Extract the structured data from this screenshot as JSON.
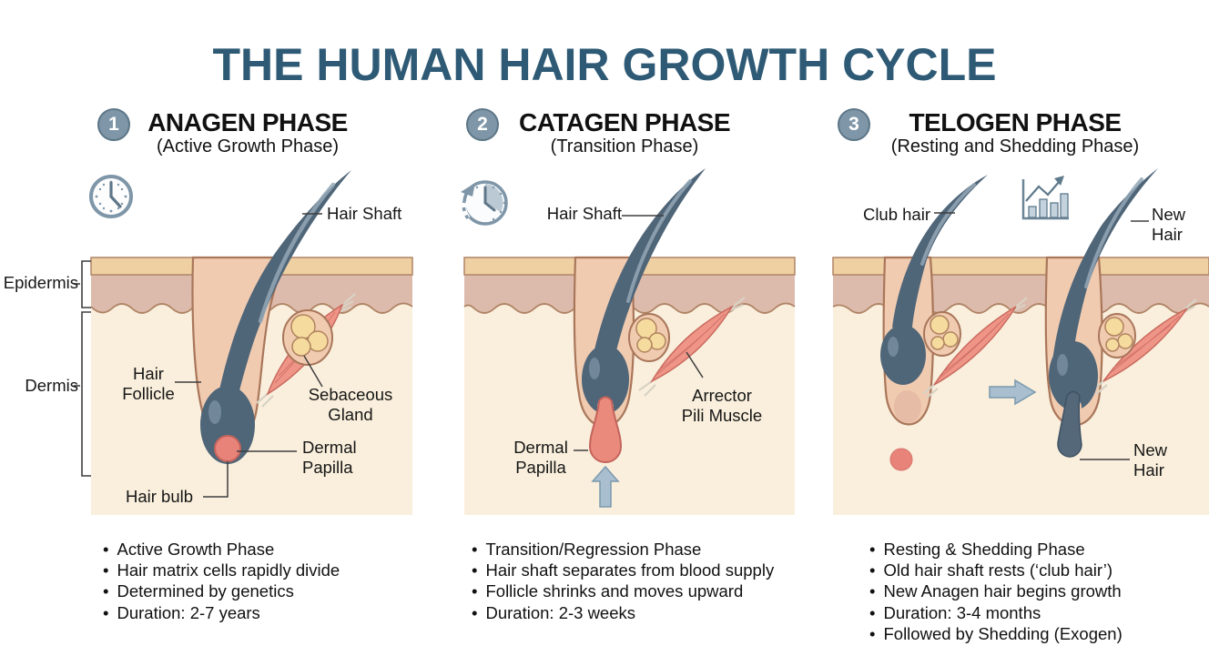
{
  "title": "THE HUMAN HAIR GROWTH CYCLE",
  "colors": {
    "title_accent": "#2e5a75",
    "badge": "#7e96a8",
    "hair": "#4f6578",
    "skin_surface_tan": "#eed0a2",
    "epidermis_pink": "#ddbbac",
    "dermis_cream": "#f9efdc",
    "follicle_wall": "#f0cbb0",
    "outline_brown": "#a9765a",
    "papilla_red": "#e8837a",
    "sebaceous_yellow": "#f6db9e",
    "muscle_pink": "#ef9587",
    "arrow_blue": "#a9bfd0"
  },
  "panels": [
    {
      "number": "1",
      "name": "ANAGEN PHASE",
      "subtitle": "(Active Growth Phase)",
      "icon": "clock-icon",
      "labels": {
        "hair_shaft": "Hair Shaft",
        "epidermis": "Epidermis",
        "dermis": "Dermis",
        "hair_follicle": "Hair\nFollicle",
        "sebaceous_gland": "Sebaceous\nGland",
        "dermal_papilla": "Dermal\nPapilla",
        "hair_bulb": "Hair bulb"
      },
      "bullets": [
        "Active Growth Phase",
        "Hair matrix cells rapidly divide",
        "Determined by genetics",
        "Duration: 2-7 years"
      ]
    },
    {
      "number": "2",
      "name": "CATAGEN PHASE",
      "subtitle": "(Transition Phase)",
      "icon": "history-clock-icon",
      "labels": {
        "hair_shaft": "Hair Shaft",
        "dermal_papilla": "Dermal\nPapilla",
        "arrector_pili": "Arrector\nPili Muscle"
      },
      "bullets": [
        "Transition/Regression Phase",
        "Hair shaft separates from blood supply",
        "Follicle shrinks and moves upward",
        "Duration: 2-3 weeks"
      ]
    },
    {
      "number": "3",
      "name": "TELOGEN PHASE",
      "subtitle": "(Resting and Shedding Phase)",
      "icon": "growth-chart-icon",
      "labels": {
        "club_hair": "Club hair",
        "new_hair_top": "New\nHair",
        "new_hair_bottom": "New\nHair"
      },
      "bullets": [
        "Resting & Shedding Phase",
        "Old hair shaft rests (‘club hair’)",
        "New Anagen hair begins growth",
        "Duration: 3-4 months",
        "Followed by Shedding (Exogen)"
      ]
    }
  ]
}
